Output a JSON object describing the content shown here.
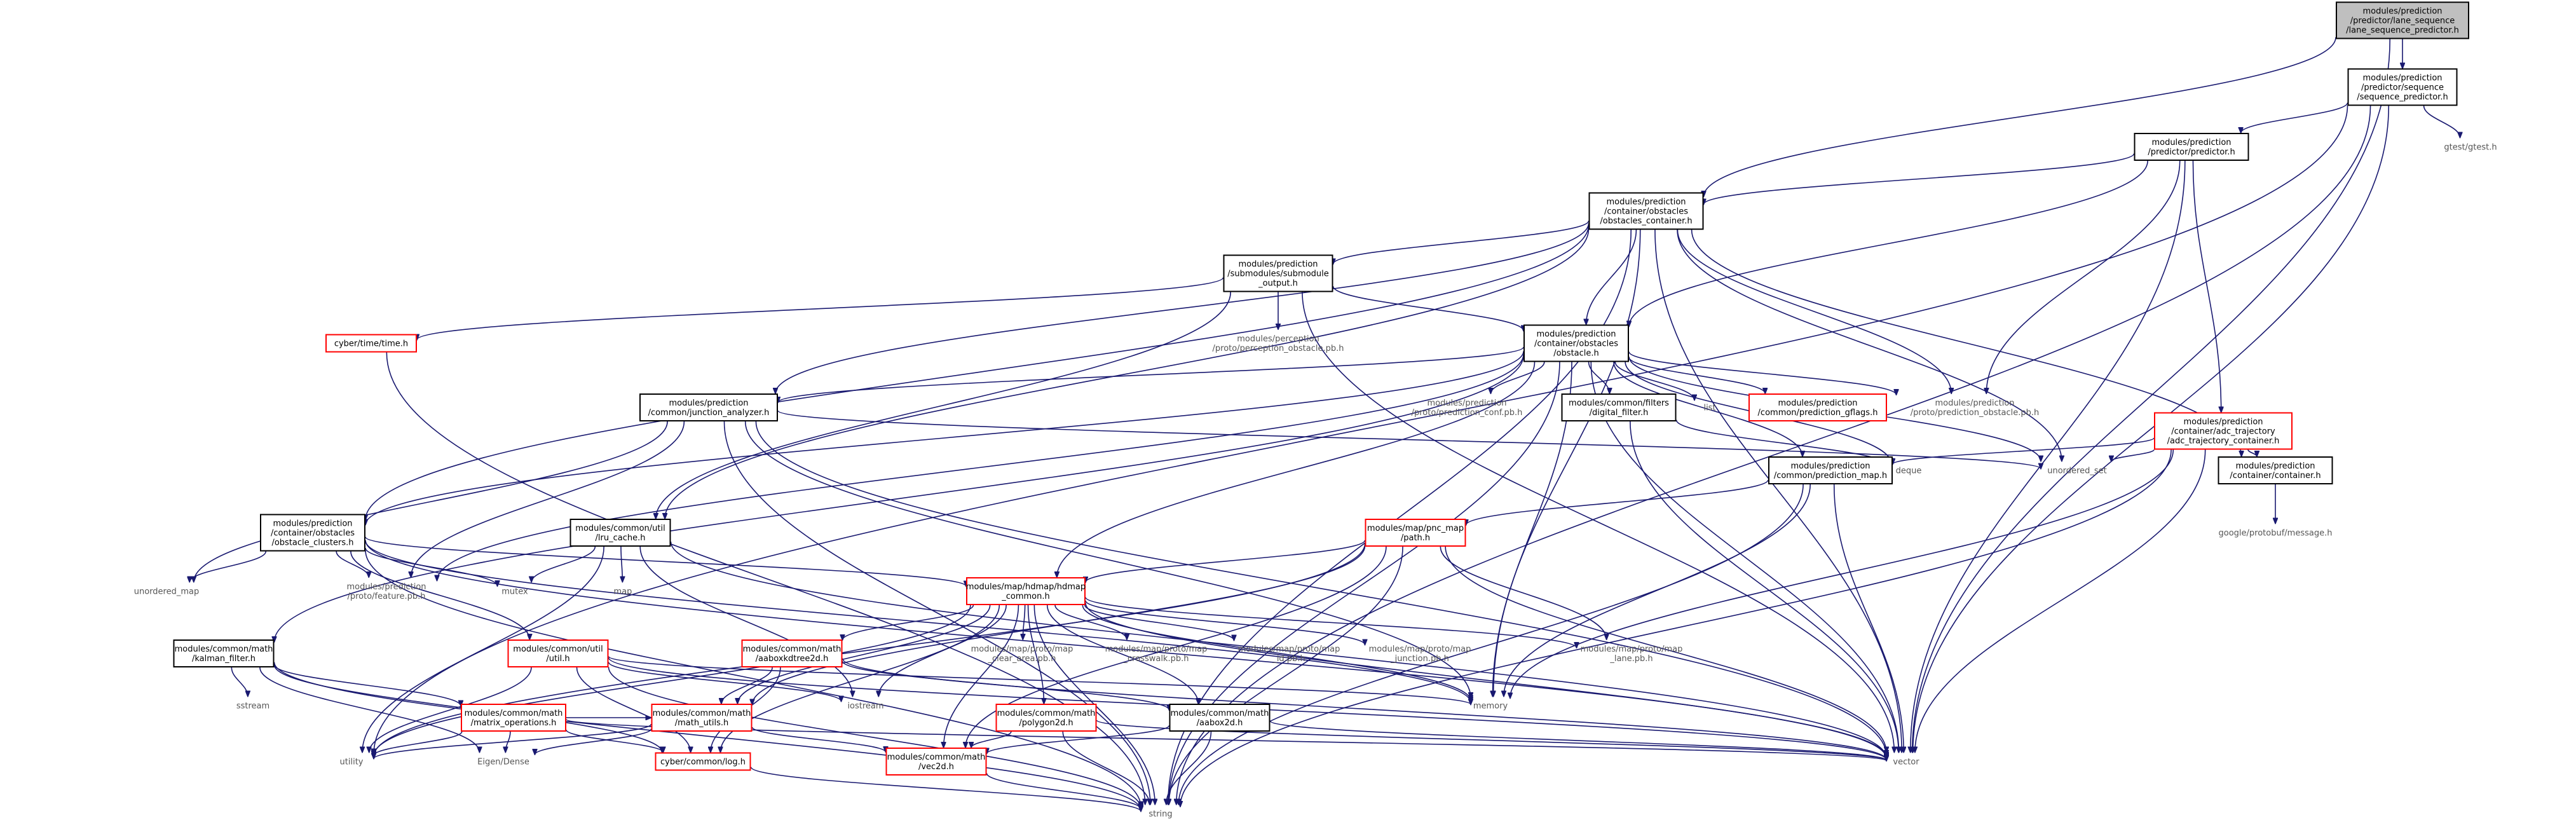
{
  "colors": {
    "edge": "#191970",
    "text_normal": "#000000",
    "text_leaf": "#555555",
    "box_normal": "#000000",
    "box_truncated": "#ff0000",
    "box_root_fill": "#bfbfbf"
  },
  "nodes": [
    {
      "id": "root",
      "lines": [
        "modules/prediction",
        "/predictor/lane_sequence",
        "/lane_sequence_predictor.h"
      ],
      "kind": "root"
    },
    {
      "id": "seqpred",
      "lines": [
        "modules/prediction",
        "/predictor/sequence",
        "/sequence_predictor.h"
      ],
      "kind": "normal"
    },
    {
      "id": "gtest",
      "lines": [
        "gtest/gtest.h"
      ],
      "kind": "leaf"
    },
    {
      "id": "predictor",
      "lines": [
        "modules/prediction",
        "/predictor/predictor.h"
      ],
      "kind": "normal"
    },
    {
      "id": "obscontainer",
      "lines": [
        "modules/prediction",
        "/container/obstacles",
        "/obstacles_container.h"
      ],
      "kind": "normal"
    },
    {
      "id": "submodule",
      "lines": [
        "modules/prediction",
        "/submodules/submodule",
        "_output.h"
      ],
      "kind": "normal"
    },
    {
      "id": "cybertime",
      "lines": [
        "cyber/time/time.h"
      ],
      "kind": "truncated"
    },
    {
      "id": "perception",
      "lines": [
        "modules/perception",
        "/proto/perception_obstacle.pb.h"
      ],
      "kind": "leaf"
    },
    {
      "id": "obstacle",
      "lines": [
        "modules/prediction",
        "/container/obstacles",
        "/obstacle.h"
      ],
      "kind": "normal"
    },
    {
      "id": "adctraj",
      "lines": [
        "modules/prediction",
        "/container/adc_trajectory",
        "/adc_trajectory_container.h"
      ],
      "kind": "truncated"
    },
    {
      "id": "junction",
      "lines": [
        "modules/prediction",
        "/common/junction_analyzer.h"
      ],
      "kind": "normal"
    },
    {
      "id": "predconf",
      "lines": [
        "modules/prediction",
        "/proto/prediction_conf.pb.h"
      ],
      "kind": "leaf"
    },
    {
      "id": "digital",
      "lines": [
        "modules/common/filters",
        "/digital_filter.h"
      ],
      "kind": "normal"
    },
    {
      "id": "list",
      "lines": [
        "list"
      ],
      "kind": "leaf"
    },
    {
      "id": "gflags",
      "lines": [
        "modules/prediction",
        "/common/prediction_gflags.h"
      ],
      "kind": "truncated"
    },
    {
      "id": "predobs",
      "lines": [
        "modules/prediction",
        "/proto/prediction_obstacle.pb.h"
      ],
      "kind": "leaf"
    },
    {
      "id": "deque",
      "lines": [
        "deque"
      ],
      "kind": "leaf"
    },
    {
      "id": "predmap",
      "lines": [
        "modules/prediction",
        "/common/prediction_map.h"
      ],
      "kind": "normal"
    },
    {
      "id": "unordset",
      "lines": [
        "unordered_set"
      ],
      "kind": "leaf"
    },
    {
      "id": "container",
      "lines": [
        "modules/prediction",
        "/container/container.h"
      ],
      "kind": "normal"
    },
    {
      "id": "protomsg",
      "lines": [
        "google/protobuf/message.h"
      ],
      "kind": "leaf"
    },
    {
      "id": "clusters",
      "lines": [
        "modules/prediction",
        "/container/obstacles",
        "/obstacle_clusters.h"
      ],
      "kind": "normal"
    },
    {
      "id": "lrucache",
      "lines": [
        "modules/common/util",
        "/lru_cache.h"
      ],
      "kind": "normal"
    },
    {
      "id": "pncpath",
      "lines": [
        "modules/map/pnc_map",
        "/path.h"
      ],
      "kind": "truncated"
    },
    {
      "id": "unordmap",
      "lines": [
        "unordered_map"
      ],
      "kind": "leaf"
    },
    {
      "id": "feature",
      "lines": [
        "modules/prediction",
        "/proto/feature.pb.h"
      ],
      "kind": "leaf"
    },
    {
      "id": "mutex",
      "lines": [
        "mutex"
      ],
      "kind": "leaf"
    },
    {
      "id": "map",
      "lines": [
        "map"
      ],
      "kind": "leaf"
    },
    {
      "id": "hdmap",
      "lines": [
        "modules/map/hdmap/hdmap",
        "_common.h"
      ],
      "kind": "truncated"
    },
    {
      "id": "kalman",
      "lines": [
        "modules/common/math",
        "/kalman_filter.h"
      ],
      "kind": "normal"
    },
    {
      "id": "util",
      "lines": [
        "modules/common/util",
        "/util.h"
      ],
      "kind": "truncated"
    },
    {
      "id": "aabox_kd",
      "lines": [
        "modules/common/math",
        "/aaboxkdtree2d.h"
      ],
      "kind": "truncated"
    },
    {
      "id": "cleararea",
      "lines": [
        "modules/map/proto/map",
        "_clear_area.pb.h"
      ],
      "kind": "leaf"
    },
    {
      "id": "crosswalk",
      "lines": [
        "modules/map/proto/map",
        "_crosswalk.pb.h"
      ],
      "kind": "leaf"
    },
    {
      "id": "mapid",
      "lines": [
        "modules/map/proto/map",
        "_id.pb.h"
      ],
      "kind": "leaf"
    },
    {
      "id": "mapjunction",
      "lines": [
        "modules/map/proto/map",
        "_junction.pb.h"
      ],
      "kind": "leaf"
    },
    {
      "id": "maplane",
      "lines": [
        "modules/map/proto/map",
        "_lane.pb.h"
      ],
      "kind": "leaf"
    },
    {
      "id": "sstream",
      "lines": [
        "sstream"
      ],
      "kind": "leaf"
    },
    {
      "id": "matrixops",
      "lines": [
        "modules/common/math",
        "/matrix_operations.h"
      ],
      "kind": "truncated"
    },
    {
      "id": "mathutils",
      "lines": [
        "modules/common/math",
        "/math_utils.h"
      ],
      "kind": "truncated"
    },
    {
      "id": "iostream",
      "lines": [
        "iostream"
      ],
      "kind": "leaf"
    },
    {
      "id": "polygon",
      "lines": [
        "modules/common/math",
        "/polygon2d.h"
      ],
      "kind": "truncated"
    },
    {
      "id": "aabox2d",
      "lines": [
        "modules/common/math",
        "/aabox2d.h"
      ],
      "kind": "normal"
    },
    {
      "id": "memory",
      "lines": [
        "memory"
      ],
      "kind": "leaf"
    },
    {
      "id": "utility",
      "lines": [
        "utility"
      ],
      "kind": "leaf"
    },
    {
      "id": "eigen",
      "lines": [
        "Eigen/Dense"
      ],
      "kind": "leaf"
    },
    {
      "id": "log",
      "lines": [
        "cyber/common/log.h"
      ],
      "kind": "truncated"
    },
    {
      "id": "vec2d",
      "lines": [
        "modules/common/math",
        "/vec2d.h"
      ],
      "kind": "truncated"
    },
    {
      "id": "vector",
      "lines": [
        "vector"
      ],
      "kind": "leaf"
    },
    {
      "id": "string",
      "lines": [
        "string"
      ],
      "kind": "leaf"
    }
  ],
  "edges": [
    [
      "root",
      "seqpred"
    ],
    [
      "root",
      "obscontainer"
    ],
    [
      "root",
      "vector"
    ],
    [
      "seqpred",
      "gtest"
    ],
    [
      "seqpred",
      "predictor"
    ],
    [
      "seqpred",
      "utility"
    ],
    [
      "seqpred",
      "string"
    ],
    [
      "seqpred",
      "vector"
    ],
    [
      "predictor",
      "obscontainer"
    ],
    [
      "predictor",
      "obstacle"
    ],
    [
      "predictor",
      "adctraj"
    ],
    [
      "predictor",
      "predobs"
    ],
    [
      "predictor",
      "vector"
    ],
    [
      "obscontainer",
      "submodule"
    ],
    [
      "obscontainer",
      "obstacle"
    ],
    [
      "obscontainer",
      "junction"
    ],
    [
      "obscontainer",
      "clusters"
    ],
    [
      "obscontainer",
      "lrucache"
    ],
    [
      "obscontainer",
      "predobs"
    ],
    [
      "obscontainer",
      "container"
    ],
    [
      "obscontainer",
      "vector"
    ],
    [
      "obscontainer",
      "string"
    ],
    [
      "obscontainer",
      "memory"
    ],
    [
      "obscontainer",
      "unordset"
    ],
    [
      "submodule",
      "cybertime"
    ],
    [
      "submodule",
      "perception"
    ],
    [
      "submodule",
      "obstacle"
    ],
    [
      "submodule",
      "lrucache"
    ],
    [
      "submodule",
      "vector"
    ],
    [
      "cybertime",
      "string"
    ],
    [
      "obstacle",
      "junction"
    ],
    [
      "obstacle",
      "predconf"
    ],
    [
      "obstacle",
      "digital"
    ],
    [
      "obstacle",
      "list"
    ],
    [
      "obstacle",
      "gflags"
    ],
    [
      "obstacle",
      "predobs"
    ],
    [
      "obstacle",
      "predmap"
    ],
    [
      "obstacle",
      "unordset"
    ],
    [
      "obstacle",
      "clusters"
    ],
    [
      "obstacle",
      "hdmap"
    ],
    [
      "obstacle",
      "kalman"
    ],
    [
      "obstacle",
      "feature"
    ],
    [
      "obstacle",
      "memory"
    ],
    [
      "obstacle",
      "vector"
    ],
    [
      "obstacle",
      "string"
    ],
    [
      "obstacle",
      "deque"
    ],
    [
      "adctraj",
      "container"
    ],
    [
      "adctraj",
      "predmap"
    ],
    [
      "adctraj",
      "unordset"
    ],
    [
      "adctraj",
      "vector"
    ],
    [
      "adctraj",
      "string"
    ],
    [
      "adctraj",
      "memory"
    ],
    [
      "container",
      "protomsg"
    ],
    [
      "junction",
      "unordmap"
    ],
    [
      "junction",
      "feature"
    ],
    [
      "junction",
      "string"
    ],
    [
      "junction",
      "vector"
    ],
    [
      "junction",
      "memory"
    ],
    [
      "junction",
      "unordset"
    ],
    [
      "digital",
      "deque"
    ],
    [
      "digital",
      "vector"
    ],
    [
      "predmap",
      "pncpath"
    ],
    [
      "predmap",
      "memory"
    ],
    [
      "predmap",
      "vector"
    ],
    [
      "predmap",
      "string"
    ],
    [
      "clusters",
      "unordmap"
    ],
    [
      "clusters",
      "feature"
    ],
    [
      "clusters",
      "mutex"
    ],
    [
      "clusters",
      "hdmap"
    ],
    [
      "clusters",
      "util"
    ],
    [
      "clusters",
      "string"
    ],
    [
      "clusters",
      "vector"
    ],
    [
      "clusters",
      "memory"
    ],
    [
      "lrucache",
      "mutex"
    ],
    [
      "lrucache",
      "map"
    ],
    [
      "lrucache",
      "utility"
    ],
    [
      "lrucache",
      "vector"
    ],
    [
      "lrucache",
      "iostream"
    ],
    [
      "pncpath",
      "hdmap"
    ],
    [
      "pncpath",
      "maplane"
    ],
    [
      "pncpath",
      "mathutils"
    ],
    [
      "pncpath",
      "vec2d"
    ],
    [
      "pncpath",
      "string"
    ],
    [
      "pncpath",
      "vector"
    ],
    [
      "pncpath",
      "utility"
    ],
    [
      "hdmap",
      "aabox_kd"
    ],
    [
      "hdmap",
      "cleararea"
    ],
    [
      "hdmap",
      "crosswalk"
    ],
    [
      "hdmap",
      "mapid"
    ],
    [
      "hdmap",
      "mapjunction"
    ],
    [
      "hdmap",
      "maplane"
    ],
    [
      "hdmap",
      "polygon"
    ],
    [
      "hdmap",
      "aabox2d"
    ],
    [
      "hdmap",
      "mathutils"
    ],
    [
      "hdmap",
      "vec2d"
    ],
    [
      "hdmap",
      "memory"
    ],
    [
      "hdmap",
      "string"
    ],
    [
      "hdmap",
      "vector"
    ],
    [
      "hdmap",
      "utility"
    ],
    [
      "hdmap",
      "log"
    ],
    [
      "hdmap",
      "iostream"
    ],
    [
      "kalman",
      "sstream"
    ],
    [
      "kalman",
      "matrixops"
    ],
    [
      "kalman",
      "eigen"
    ],
    [
      "kalman",
      "log"
    ],
    [
      "kalman",
      "string"
    ],
    [
      "util",
      "utility"
    ],
    [
      "util",
      "memory"
    ],
    [
      "util",
      "iostream"
    ],
    [
      "util",
      "vector"
    ],
    [
      "util",
      "string"
    ],
    [
      "util",
      "log"
    ],
    [
      "aabox_kd",
      "mathutils"
    ],
    [
      "aabox_kd",
      "aabox2d"
    ],
    [
      "aabox_kd",
      "vector"
    ],
    [
      "aabox_kd",
      "log"
    ],
    [
      "matrixops",
      "mathutils"
    ],
    [
      "matrixops",
      "utility"
    ],
    [
      "matrixops",
      "eigen"
    ],
    [
      "matrixops",
      "log"
    ],
    [
      "matrixops",
      "vector"
    ],
    [
      "mathutils",
      "utility"
    ],
    [
      "mathutils",
      "eigen"
    ],
    [
      "mathutils",
      "vec2d"
    ],
    [
      "polygon",
      "vec2d"
    ],
    [
      "polygon",
      "vector"
    ],
    [
      "polygon",
      "string"
    ],
    [
      "aabox2d",
      "vec2d"
    ],
    [
      "aabox2d",
      "vector"
    ],
    [
      "aabox2d",
      "string"
    ],
    [
      "log",
      "string"
    ],
    [
      "vec2d",
      "string"
    ]
  ]
}
